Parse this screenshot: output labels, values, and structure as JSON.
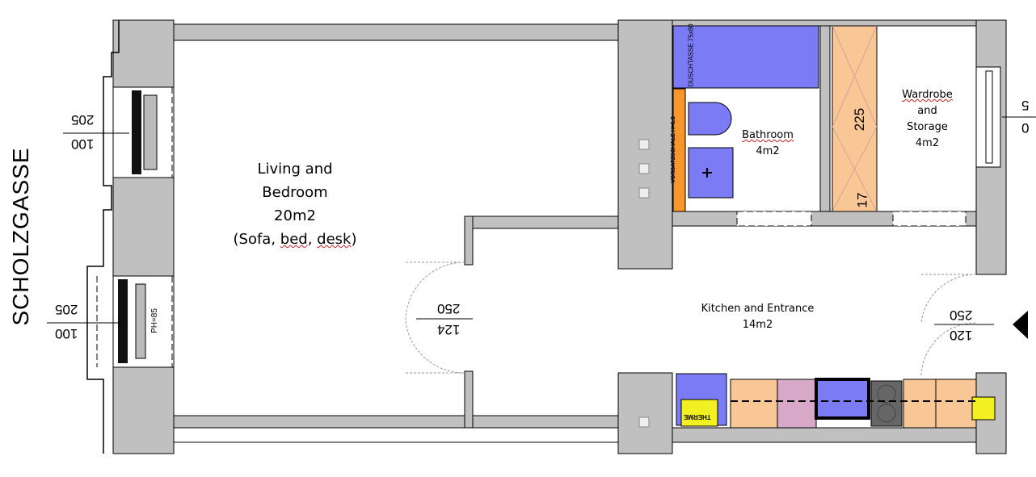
{
  "street": "SCHOLZGASSE",
  "rooms": {
    "living": {
      "line1": "Living and",
      "line2": "Bedroom",
      "area": "20m2",
      "note_open": "(",
      "note_sofa": "Sofa",
      "note_sep1": ", ",
      "note_bed": "bed",
      "note_sep2": ", ",
      "note_desk": "desk",
      "note_close": ")"
    },
    "bathroom": {
      "name": "Bathroom",
      "area": "4m2"
    },
    "wardrobe": {
      "line1": "Wardrobe",
      "line2": "and",
      "line3": "Storage",
      "area": "4m2"
    },
    "kitchen": {
      "name": "Kitchen and Entrance",
      "area": "14m2"
    }
  },
  "dimensions": {
    "window_top": {
      "upper": "205",
      "lower": "100"
    },
    "window_bottom": {
      "upper": "205",
      "lower": "100"
    },
    "door_living": {
      "upper": "250",
      "lower": "124"
    },
    "door_entrance": {
      "upper": "250",
      "lower": "120"
    },
    "window_right": {
      "upper": "5",
      "lower": "0"
    },
    "wardrobe_depth": "225",
    "wardrobe_small": "17"
  },
  "fixtures": {
    "shower": "DUSCHTASSE 75x80",
    "bath_wall": "VORSATZSCHALE H=1.3",
    "boiler": "THERME",
    "window_label": "PH=85"
  },
  "colors": {
    "wall": "#c0c0c0",
    "blue": "#7b7bf5",
    "orange": "#f9c696",
    "accent_orange": "#f7962a",
    "yellow": "#f2f020"
  }
}
